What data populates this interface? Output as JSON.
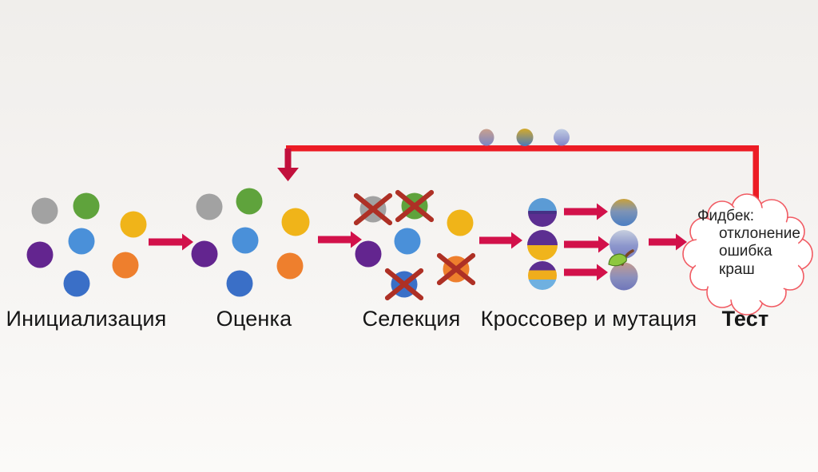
{
  "stages": [
    {
      "id": "initialization",
      "label": "Инициализация"
    },
    {
      "id": "evaluation",
      "label": "Оценка"
    },
    {
      "id": "selection",
      "label": "Селекция"
    },
    {
      "id": "crossover_mutation",
      "label": "Кроссовер и мутация"
    },
    {
      "id": "test",
      "label": "Тест"
    }
  ],
  "cloud": {
    "title": "Фидбек:",
    "lines": [
      "отклонение",
      "ошибка",
      "краш"
    ]
  },
  "population_colors": {
    "gray": "#a2a2a2",
    "green": "#5fa33c",
    "yellow": "#f0b419",
    "light_blue": "#4a90d9",
    "purple": "#63258f",
    "orange": "#ee7f2d",
    "royal_blue": "#3a6fc7"
  },
  "selection_result": {
    "eliminated": [
      "gray",
      "green",
      "orange",
      "royal_blue"
    ],
    "survivors": [
      "yellow",
      "light_blue",
      "purple"
    ]
  },
  "crossover_rows": [
    {
      "input": "blue-purple-split",
      "output": "yellow-blue-gradient-sphere"
    },
    {
      "input": "purple-yellow-split",
      "output": "light-blue-gradient-sphere"
    },
    {
      "input": "purple-yellow-blue-striped",
      "output": "plum-fruit-mutation"
    }
  ],
  "feedback_travellers": [
    "plum-gradient-dot",
    "yellow-blue-gradient-dot",
    "blue-gradient-dot"
  ],
  "colors": {
    "flow_arrow": "#d2114a",
    "feedback_line": "#ec1c24",
    "feedback_down_arrow": "#c2103c",
    "elimination_cross": "#ae3025",
    "cloud_outline": "#f15b63",
    "label_text": "#161616",
    "background": "#f4f2f0"
  }
}
